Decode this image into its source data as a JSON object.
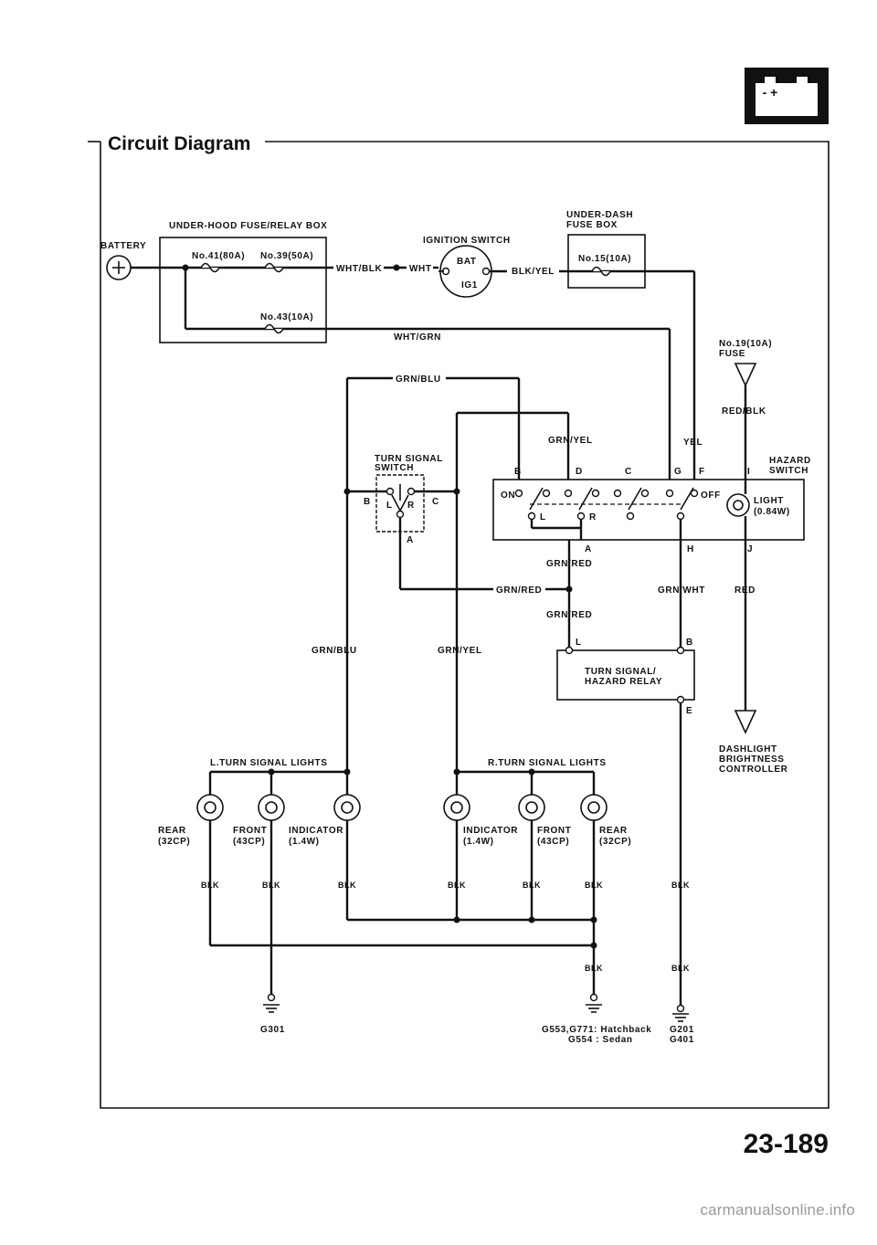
{
  "header": {
    "title": "Circuit Diagram",
    "battery_icon_symbols": "- +"
  },
  "power": {
    "battery": "BATTERY",
    "underhood_box": "UNDER-HOOD FUSE/RELAY BOX",
    "fuse_41": "No.41(80A)",
    "fuse_39": "No.39(50A)",
    "fuse_43": "No.43(10A)",
    "ignition_switch": "IGNITION SWITCH",
    "ign_bat": "BAT",
    "ign_ig1": "IG1",
    "underdash_box_1": "UNDER-DASH",
    "underdash_box_2": "FUSE BOX",
    "fuse_15": "No.15(10A)",
    "fuse_19_1": "No.19(10A)",
    "fuse_19_2": "FUSE"
  },
  "wires": {
    "wht_blk": "WHT/BLK",
    "wht": "WHT",
    "blk_yel": "BLK/YEL",
    "wht_grn": "WHT/GRN",
    "grn_blu_top": "GRN/BLU",
    "grn_yel_top": "GRN/YEL",
    "yel": "YEL",
    "red_blk": "RED/BLK",
    "grn_red_1": "GRN/RED",
    "grn_red_2": "GRN/RED",
    "grn_red_3": "GRN/RED",
    "grn_wht": "GRN/WHT",
    "red": "RED",
    "grn_blu_left": "GRN/BLU",
    "grn_yel_left": "GRN/YEL"
  },
  "turn_switch": {
    "label_1": "TURN SIGNAL",
    "label_2": "SWITCH",
    "b": "B",
    "c": "C",
    "a": "A",
    "l": "L",
    "r": "R"
  },
  "hazard_switch": {
    "label_1": "HAZARD",
    "label_2": "SWITCH",
    "on": "ON",
    "off": "OFF",
    "l": "L",
    "r": "R",
    "pins_top": [
      "B",
      "D",
      "C",
      "G",
      "F",
      "I"
    ],
    "pin_a": "A",
    "pin_h": "H",
    "pin_j": "J",
    "light_1": "LIGHT",
    "light_2": "(0.84W)"
  },
  "relay": {
    "label_1": "TURN SIGNAL/",
    "label_2": "HAZARD RELAY",
    "l": "L",
    "b": "B",
    "e": "E"
  },
  "dash_controller": {
    "line_1": "DASHLIGHT",
    "line_2": "BRIGHTNESS",
    "line_3": "CONTROLLER"
  },
  "left_lights": {
    "title": "L.TURN SIGNAL LIGHTS",
    "rear_1": "REAR",
    "rear_2": "(32CP)",
    "front_1": "FRONT",
    "front_2": "(43CP)",
    "ind_1": "INDICATOR",
    "ind_2": "(1.4W)"
  },
  "right_lights": {
    "title": "R.TURN SIGNAL LIGHTS",
    "ind_1": "INDICATOR",
    "ind_2": "(1.4W)",
    "front_1": "FRONT",
    "front_2": "(43CP)",
    "rear_1": "REAR",
    "rear_2": "(32CP)"
  },
  "grounds": {
    "blk": "BLK",
    "g301": "G301",
    "g553_1": "G553,G771: Hatchback",
    "g553_2": "G554 : Sedan",
    "g201_1": "G201",
    "g201_2": "G401"
  },
  "page_number": "23-189",
  "footer": "carmanualsonline.info"
}
